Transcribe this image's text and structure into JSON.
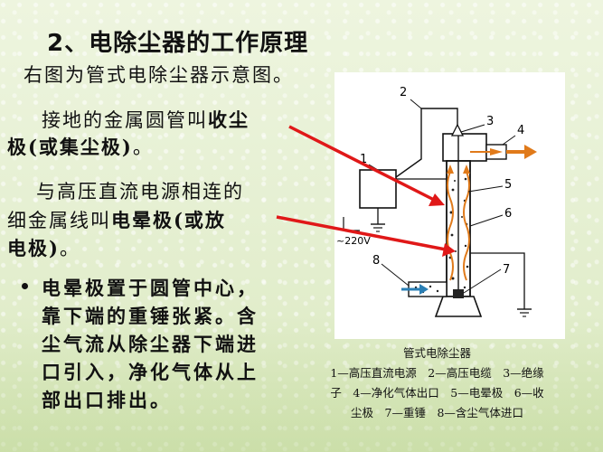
{
  "title": "2、电除尘器的工作原理",
  "intro": "右图为管式电除尘器示意图。",
  "para1_a": "接地的金属圆管叫",
  "para1_b": "收尘",
  "para1_c": "极",
  "para1_d": "(或集尘极)",
  "para1_e": "。",
  "para2_a": "与高压直流电源相连的",
  "para2_b": "细金属线叫",
  "para2_c": "电晕极",
  "para2_d": "(或放",
  "para2_e": "电极)",
  "para2_f": "。",
  "bullet": "电晕极置于圆管中心，靠下端的重锤张紧。含尘气流从除尘器下端进口引入，净化气体从上部出口排出。",
  "diagram": {
    "labels": [
      "1",
      "2",
      "3",
      "4",
      "5",
      "6",
      "7",
      "8"
    ],
    "voltage": "~220V"
  },
  "caption": {
    "title": "管式电除尘器",
    "line1": "1—高压直流电源　2—高压电缆　3—绝缘",
    "line2": "子　4—净化气体出口　5—电晕极　6—收",
    "line3": "尘极　7—重锤　8—含尘气体进口"
  },
  "colors": {
    "arrow_red": "#e01818",
    "flow_orange": "#e07a1a",
    "dust": "#222222"
  }
}
